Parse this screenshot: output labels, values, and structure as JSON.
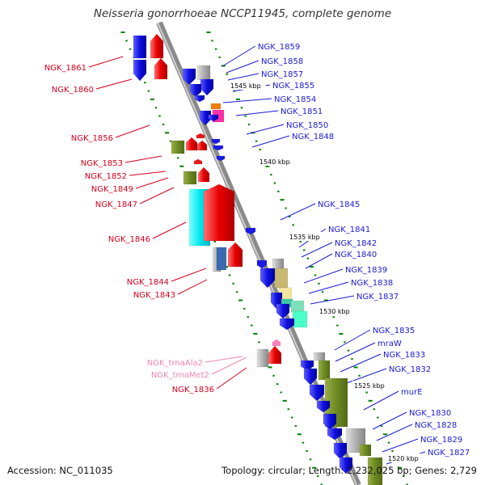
{
  "title": "Neisseria gonorrhoeae NCCP11945, complete genome",
  "footer": {
    "accession": "Accession: NC_011035",
    "summary": "Topology: circular; Length: 2,232,025 bp; Genes: 2,729"
  },
  "kbp_labels": [
    "1545 kbp",
    "1540 kbp",
    "1535 kbp",
    "1530 kbp",
    "1525 kbp",
    "1520 kbp"
  ],
  "colors": {
    "backbone": "#8a8a8a",
    "gene_forward": "#1a1ae6",
    "gene_reverse": "#e61a1a",
    "label_left": "#d4001c",
    "label_right": "#1a1ad4",
    "label_trna": "#ef85b4",
    "grid_marker": "#008000"
  },
  "labels_left": [
    "NGK_1861",
    "NGK_1860",
    "NGK_1856",
    "NGK_1853",
    "NGK_1852",
    "NGK_1849",
    "NGK_1847",
    "NGK_1846",
    "NGK_1844",
    "NGK_1843",
    "NGK_1836"
  ],
  "labels_trna": [
    "NGK_trnaAla2",
    "NGK_trnaMet2"
  ],
  "labels_right": [
    "NGK_1859",
    "NGK_1858",
    "NGK_1857",
    "NGK_1855",
    "NGK_1854",
    "NGK_1851",
    "NGK_1850",
    "NGK_1848",
    "NGK_1845",
    "NGK_1841",
    "NGK_1842",
    "NGK_1840",
    "NGK_1839",
    "NGK_1838",
    "NGK_1837",
    "NGK_1835",
    "mraW",
    "NGK_1833",
    "NGK_1832",
    "murE",
    "NGK_1830",
    "NGK_1828",
    "NGK_1829",
    "NGK_1827"
  ]
}
